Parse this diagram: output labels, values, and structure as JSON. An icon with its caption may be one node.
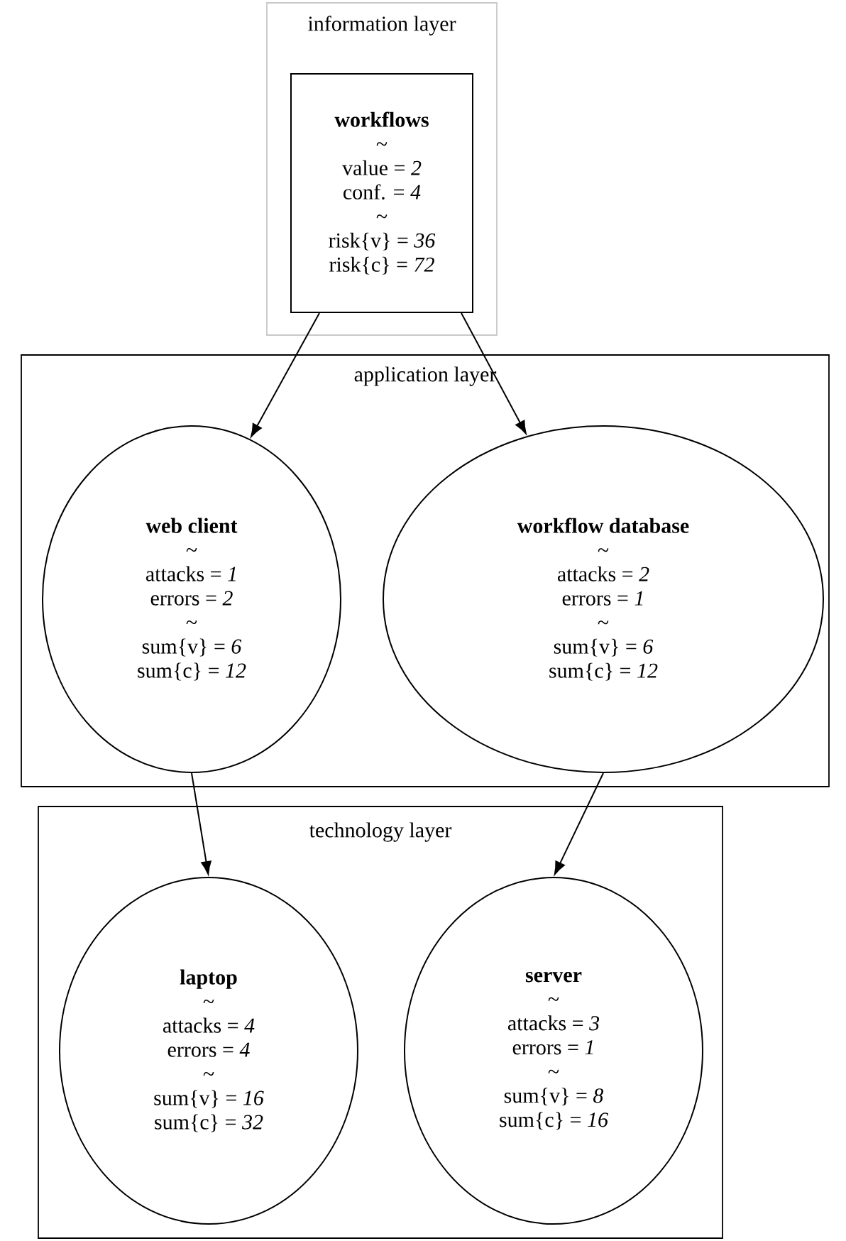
{
  "diagram": {
    "nodes": [
      {
        "text": [
          "information layer"
        ]
      },
      {
        "text": [
          "workflows",
          "~",
          "value = *2*",
          "conf. = *4*",
          "~",
          "risk{v} = *36*",
          "risk{c} = *72*"
        ],
        "in": 0
      },
      {
        "text": [
          "application layer"
        ]
      },
      {
        "text": [
          "web client",
          "~",
          "attacks = *1*",
          "errors = *2*",
          "~",
          "sum{v} = *6*",
          "sum{c} = *12*"
        ],
        "in": 2
      },
      {
        "text": [
          "workflow database",
          "~",
          "attacks = *2*",
          "errors = *1*",
          "~",
          "sum{v} = *6*",
          "sum{c} = *12*"
        ],
        "in": 2
      },
      {
        "text": [
          "technology layer"
        ]
      },
      {
        "text": [
          "laptop",
          "~",
          "attacks = *4*",
          "errors = *4*",
          "~",
          "sum{v} = *16*",
          "sum{c} = *32*"
        ],
        "in": 5
      },
      {
        "text": [
          "server",
          "~",
          "attacks = *3*",
          "errors = *1*",
          "~",
          "sum{v} = *8*",
          "sum{c} = *16*"
        ],
        "in": 5
      }
    ],
    "edges": [
      {
        "from": 1,
        "to": 3,
        "arrow": "to"
      },
      {
        "from": 1,
        "to": 4,
        "arrow": "to"
      },
      {
        "from": 3,
        "to": 6,
        "arrow": "to"
      },
      {
        "from": 4,
        "to": 7,
        "arrow": "to"
      }
    ]
  }
}
